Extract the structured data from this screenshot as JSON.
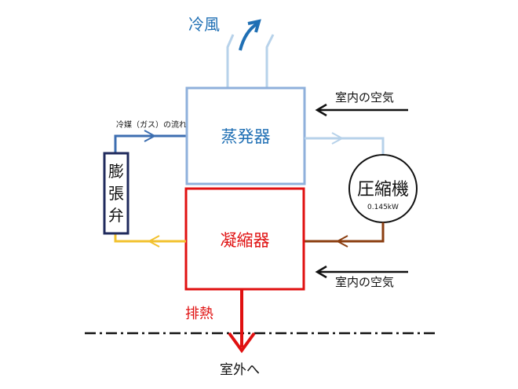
{
  "labels": {
    "cold_air": "冷風",
    "evaporator": "蒸発器",
    "condenser": "凝縮器",
    "compressor": "圧縮機",
    "compressor_power": "0.145kW",
    "expansion_valve": [
      "膨",
      "張",
      "弁"
    ],
    "refrigerant_flow": "冷媒（ガス）の流れ",
    "indoor_air_top": "室内の空気",
    "indoor_air_bottom": "室内の空気",
    "exhaust_heat": "排熱",
    "outdoor": "室外へ"
  },
  "colors": {
    "cold_blue": "#1f6fb4",
    "evaporator_border": "#8fb0db",
    "pipe_dark_blue": "#3d6eb0",
    "pipe_light_blue": "#b7d2ea",
    "condenser_red": "#e01010",
    "pipe_yellow": "#f2c12e",
    "pipe_brown": "#8b3e10",
    "valve_navy": "#1f2a5c",
    "black": "#111111"
  }
}
